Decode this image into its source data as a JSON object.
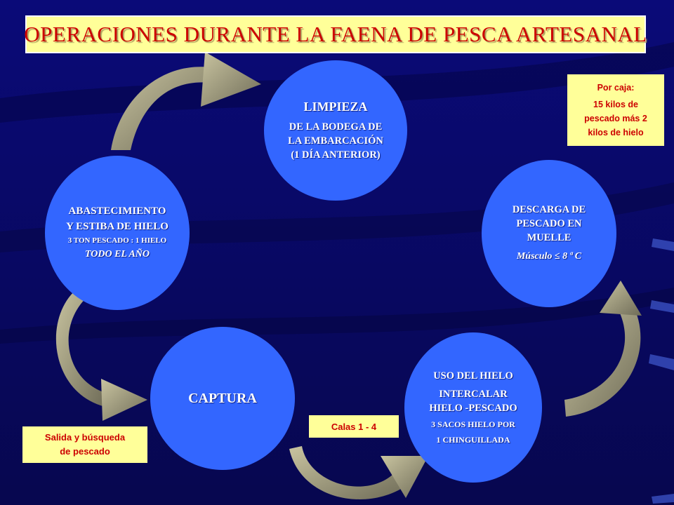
{
  "title": "OPERACIONES DURANTE LA FAENA DE PESCA ARTESANAL",
  "steps": {
    "limpieza": {
      "head": "LIMPIEZA",
      "lines": [
        "DE LA BODEGA DE",
        "LA EMBARCACIÓN",
        "(1 DÍA ANTERIOR)"
      ]
    },
    "abastecimiento": {
      "lines": [
        "ABASTECIMIENTO",
        "Y ESTIBA DE HIELO"
      ],
      "ratio": "3 TON PESCADO : 1 HIELO",
      "period": "TODO EL AÑO"
    },
    "descarga": {
      "lines": [
        "DESCARGA DE",
        "PESCADO EN",
        "MUELLE"
      ],
      "temp": "Músculo ≤ 8 ª C"
    },
    "captura": {
      "head": "CAPTURA"
    },
    "uso": {
      "head": "USO DEL HIELO",
      "lines": [
        "INTERCALAR",
        "HIELO -PESCADO"
      ],
      "small": [
        "3 SACOS HIELO  POR",
        "1 CHINGUILLADA"
      ]
    }
  },
  "notes": {
    "caja": {
      "label": "Por caja:",
      "lines": [
        "15 kilos de",
        "pescado más 2",
        "kilos de hielo"
      ]
    },
    "calas": "Calas 1 - 4",
    "salida": [
      "Salida y búsqueda",
      "de pescado"
    ]
  },
  "colors": {
    "background": "#0a0a6e",
    "circle": "#3366ff",
    "note_bg": "#ffff99",
    "note_text": "#cc0000",
    "arrow": "#9e9a7e"
  },
  "icons": [
    "curved-arrow-icon"
  ]
}
